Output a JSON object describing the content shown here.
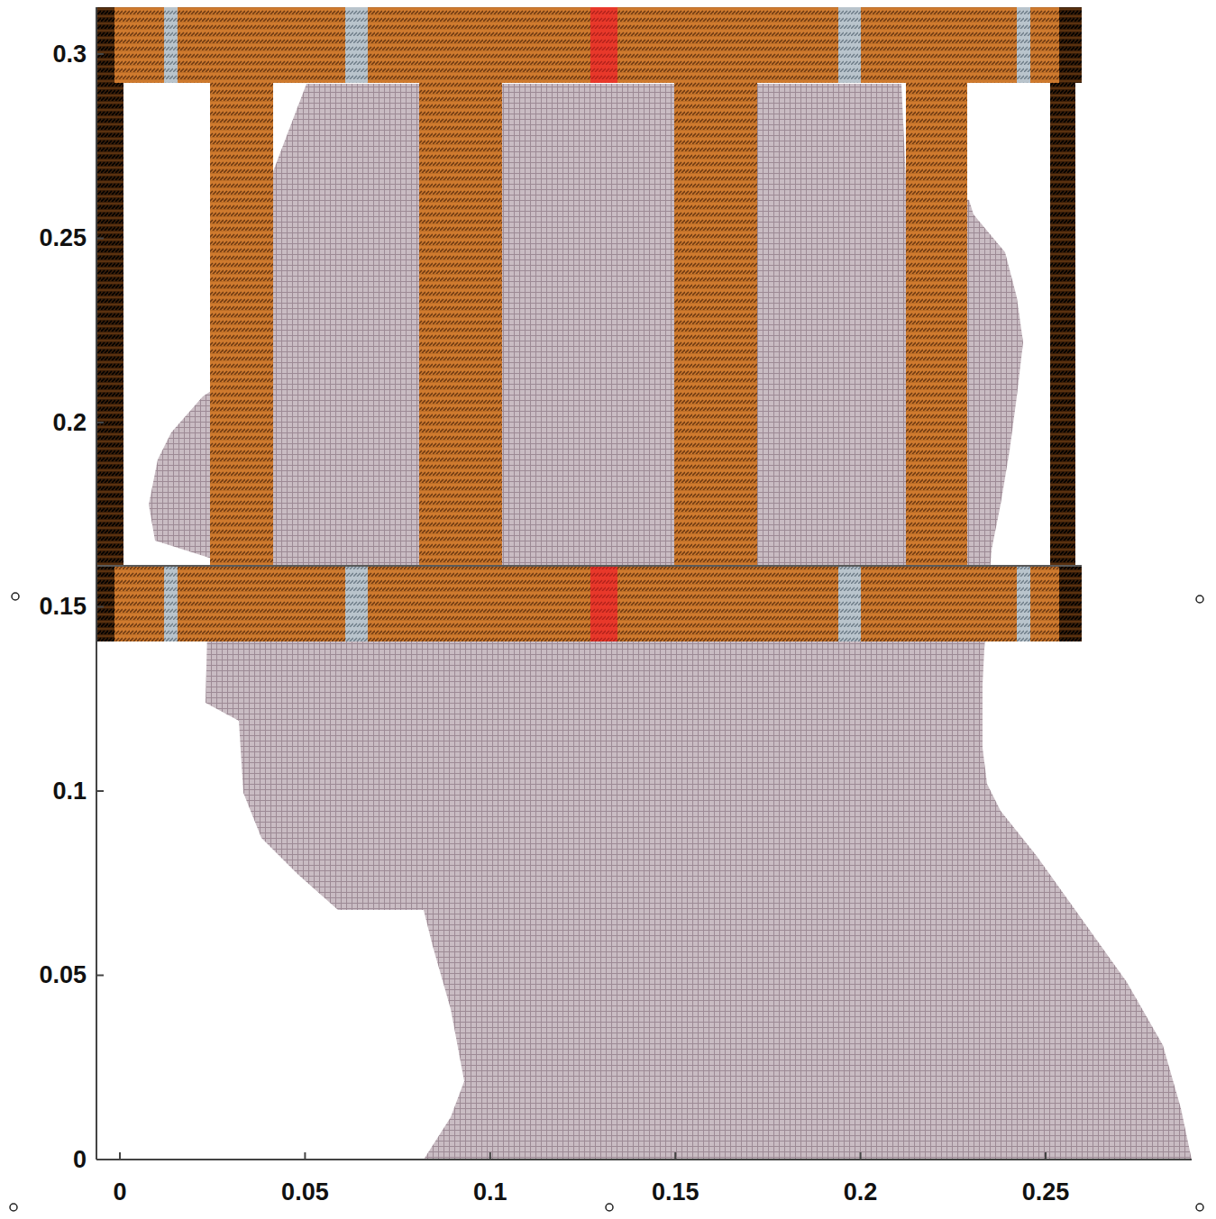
{
  "diagram": {
    "labels": [
      "0.3",
      "0.25",
      "0.2",
      "0.15",
      "0.1",
      "0.05",
      "0",
      "0",
      "0.05",
      "0.1",
      "0.15",
      "0.2",
      "0.25"
    ]
  }
}
